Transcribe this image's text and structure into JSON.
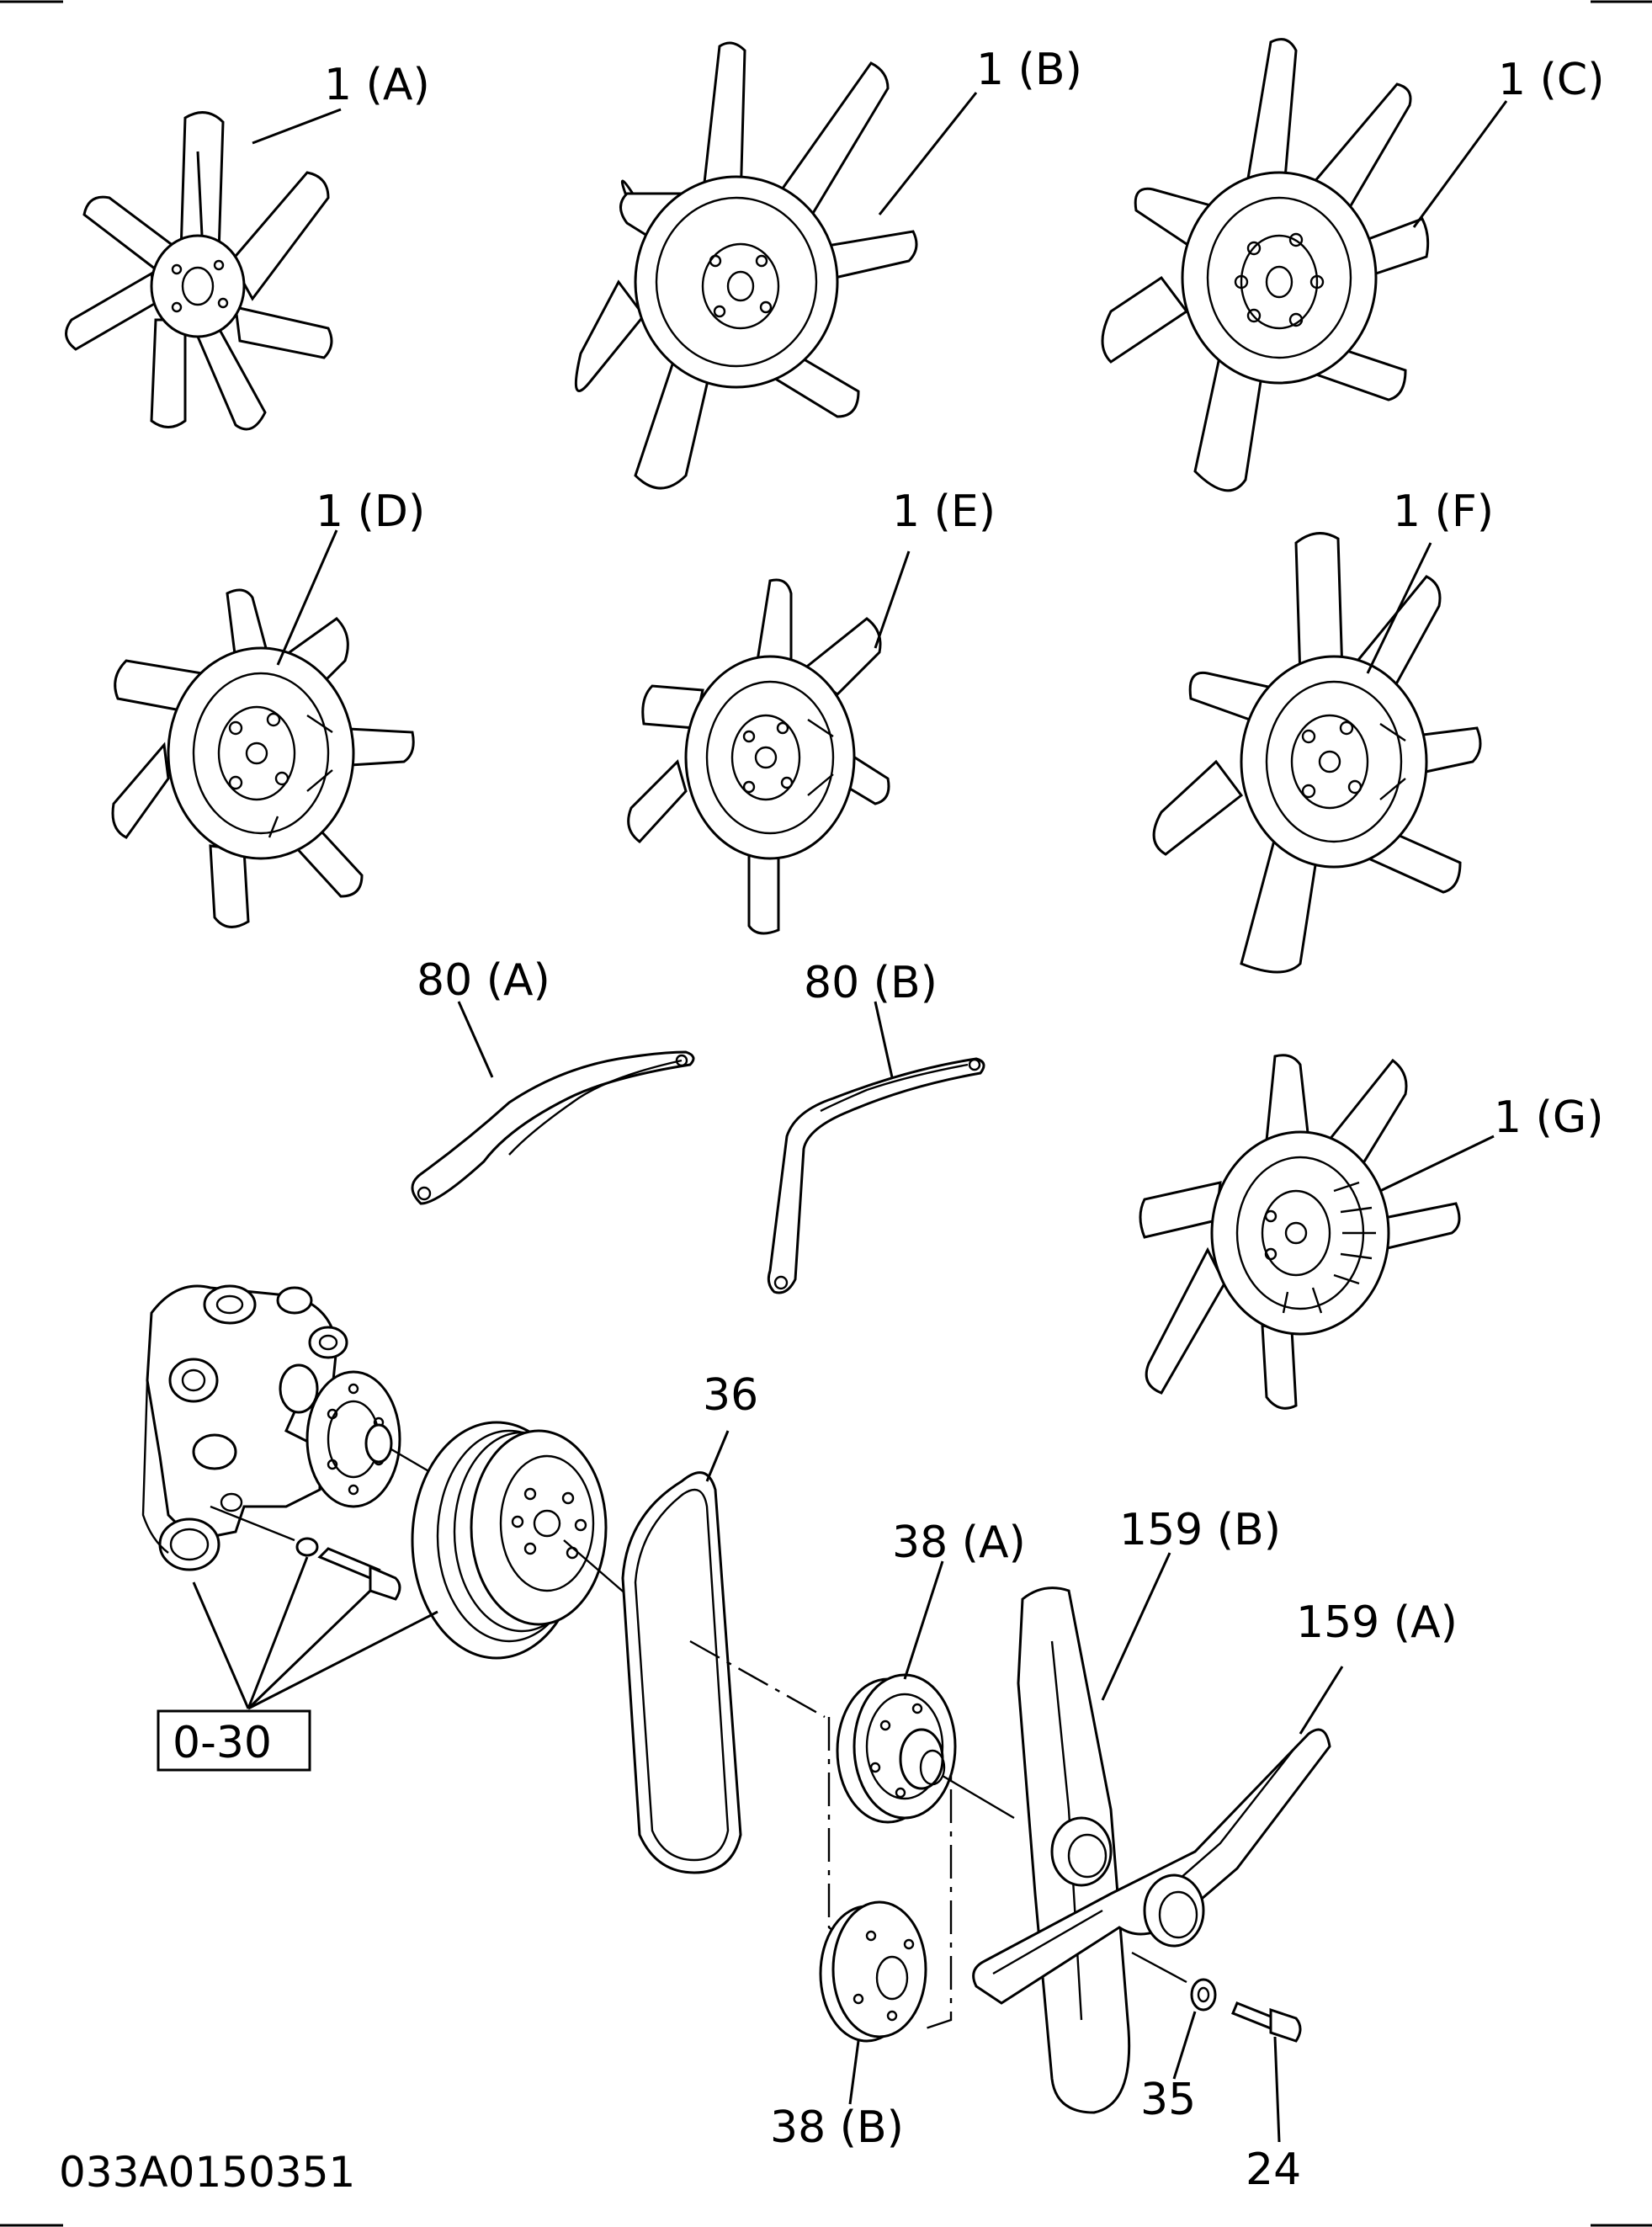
{
  "labels": {
    "fan_a": "1 (A)",
    "fan_b": "1 (B)",
    "fan_c": "1 (C)",
    "fan_d": "1 (D)",
    "fan_e": "1 (E)",
    "fan_f": "1 (F)",
    "fan_g": "1 (G)",
    "bracket_a": "80 (A)",
    "bracket_b": "80 (B)",
    "belt": "36",
    "pulley_a": "38 (A)",
    "pulley_b": "38 (B)",
    "blade_b": "159 (B)",
    "blade_a": "159 (A)",
    "washer": "35",
    "bolt": "24",
    "assembly_ref": "0-30",
    "drawing_number": "033A0150351"
  }
}
